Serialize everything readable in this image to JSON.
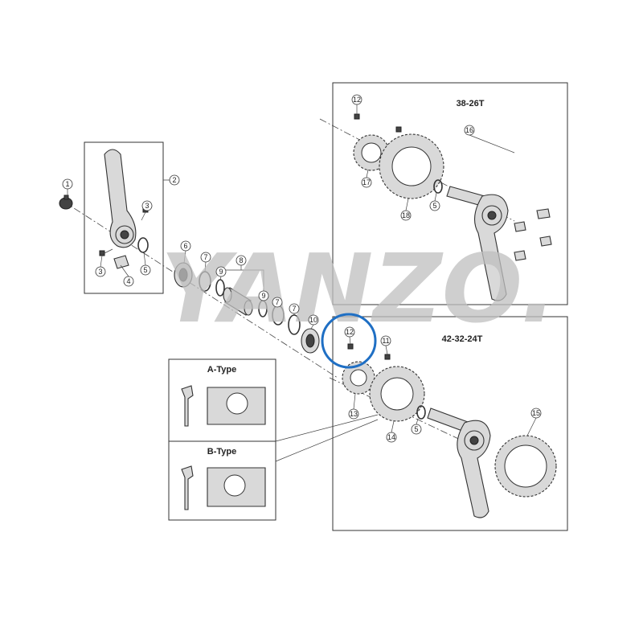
{
  "watermark": "YANZO.",
  "inset_top": {
    "title": "38-26T"
  },
  "inset_bottom": {
    "title": "42-32-24T"
  },
  "detail": {
    "type_a": "A-Type",
    "type_b": "B-Type"
  },
  "highlight_color": "#1f6fc4",
  "callouts": {
    "c1": "1",
    "c2": "2",
    "c3a": "3",
    "c3b": "3",
    "c4": "4",
    "c5a": "5",
    "c6": "6",
    "c7a": "7",
    "c7b": "7",
    "c7c": "7",
    "c8": "8",
    "c9a": "9",
    "c9b": "9",
    "c10": "10",
    "c12a": "12",
    "c17": "17",
    "c18": "18",
    "c5b": "5",
    "c16": "16",
    "c12b": "12",
    "c11": "11",
    "c13": "13",
    "c14": "14",
    "c5c": "5",
    "c15": "15"
  }
}
